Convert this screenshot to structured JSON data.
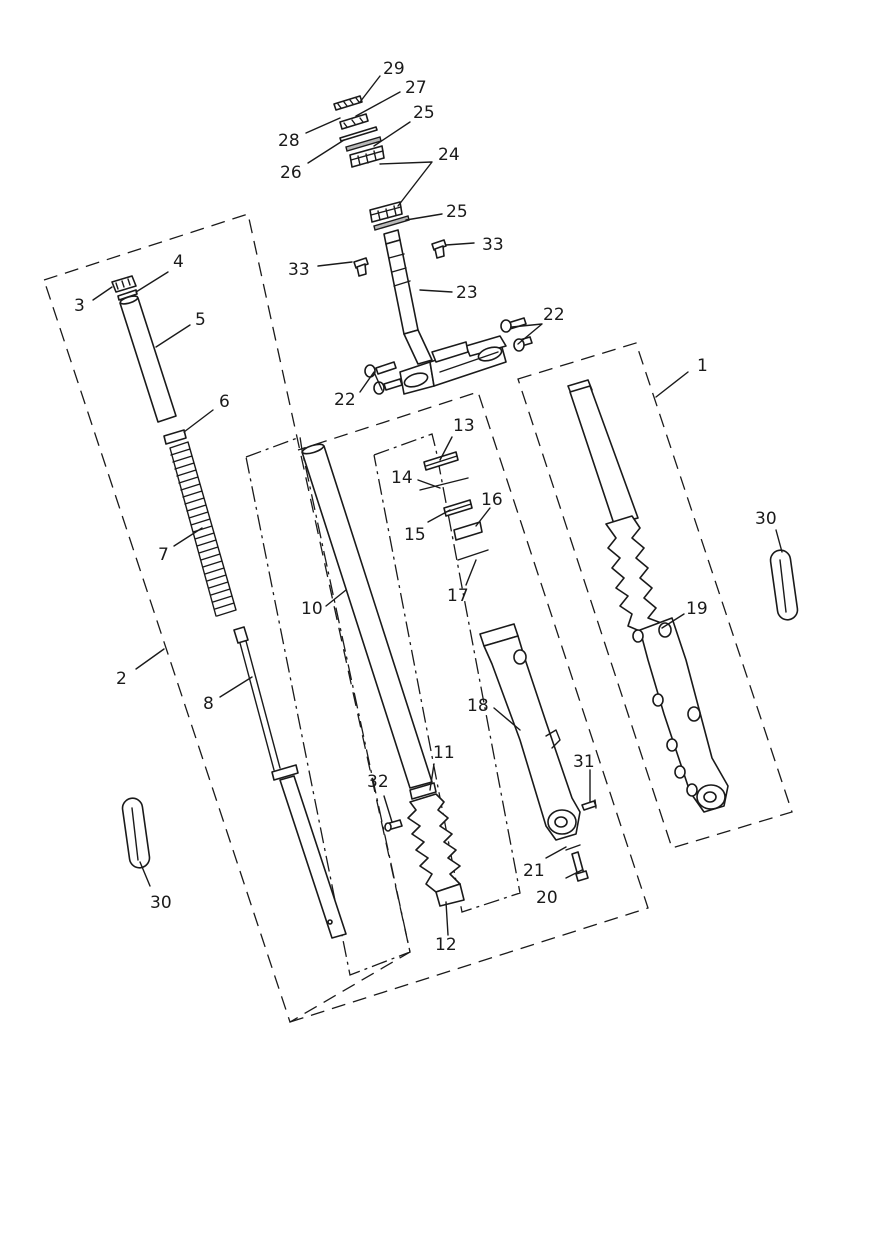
{
  "diagram": {
    "callouts": [
      {
        "id": "c1",
        "text": "1"
      },
      {
        "id": "c2",
        "text": "2"
      },
      {
        "id": "c3",
        "text": "3"
      },
      {
        "id": "c4",
        "text": "4"
      },
      {
        "id": "c5",
        "text": "5"
      },
      {
        "id": "c6",
        "text": "6"
      },
      {
        "id": "c7",
        "text": "7"
      },
      {
        "id": "c8",
        "text": "8"
      },
      {
        "id": "c10",
        "text": "10"
      },
      {
        "id": "c11",
        "text": "11"
      },
      {
        "id": "c12",
        "text": "12"
      },
      {
        "id": "c13",
        "text": "13"
      },
      {
        "id": "c14",
        "text": "14"
      },
      {
        "id": "c15",
        "text": "15"
      },
      {
        "id": "c16",
        "text": "16"
      },
      {
        "id": "c17",
        "text": "17"
      },
      {
        "id": "c18",
        "text": "18"
      },
      {
        "id": "c19",
        "text": "19"
      },
      {
        "id": "c20",
        "text": "20"
      },
      {
        "id": "c21",
        "text": "21"
      },
      {
        "id": "c22a",
        "text": "22"
      },
      {
        "id": "c22b",
        "text": "22"
      },
      {
        "id": "c23",
        "text": "23"
      },
      {
        "id": "c24",
        "text": "24"
      },
      {
        "id": "c25a",
        "text": "25"
      },
      {
        "id": "c25b",
        "text": "25"
      },
      {
        "id": "c26",
        "text": "26"
      },
      {
        "id": "c27",
        "text": "27"
      },
      {
        "id": "c28",
        "text": "28"
      },
      {
        "id": "c29",
        "text": "29"
      },
      {
        "id": "c30a",
        "text": "30"
      },
      {
        "id": "c30b",
        "text": "30"
      },
      {
        "id": "c31",
        "text": "31"
      },
      {
        "id": "c32",
        "text": "32"
      },
      {
        "id": "c33a",
        "text": "33"
      },
      {
        "id": "c33b",
        "text": "33"
      }
    ]
  }
}
